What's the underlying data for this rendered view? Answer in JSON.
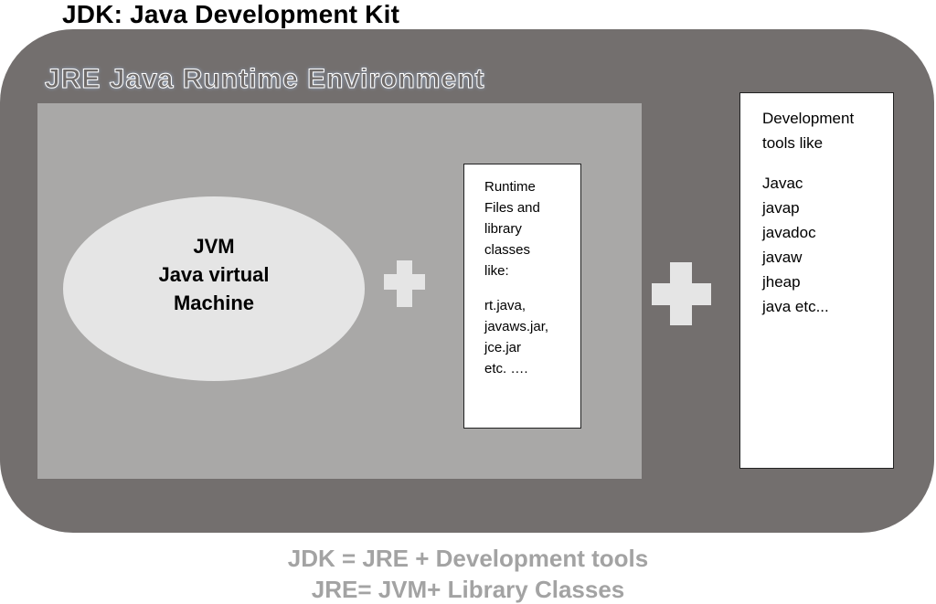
{
  "title": "JDK: Java Development Kit",
  "jre": {
    "label": "JRE Java Runtime Environment"
  },
  "jvm": {
    "lines": [
      "JVM",
      "Java virtual",
      "Machine"
    ]
  },
  "plus_symbol": "+",
  "library_box": {
    "lines": [
      "Runtime",
      "Files and",
      "library",
      "classes",
      "like:",
      "",
      "rt.java,",
      "javaws.jar,",
      "jce.jar",
      "etc. …."
    ]
  },
  "dev_tools_box": {
    "lines": [
      "Development",
      "tools like",
      "",
      "Javac",
      "javap",
      "javadoc",
      "javaw",
      "jheap",
      "java etc..."
    ]
  },
  "footer": {
    "line1": "JDK = JRE + Development tools",
    "line2": "JRE= JVM+ Library Classes"
  },
  "colors": {
    "jdk_box": "#736f6e",
    "jre_box": "#a9a8a7",
    "jvm_ellipse": "#e5e5e5",
    "footer_text": "#a3a3a3"
  }
}
